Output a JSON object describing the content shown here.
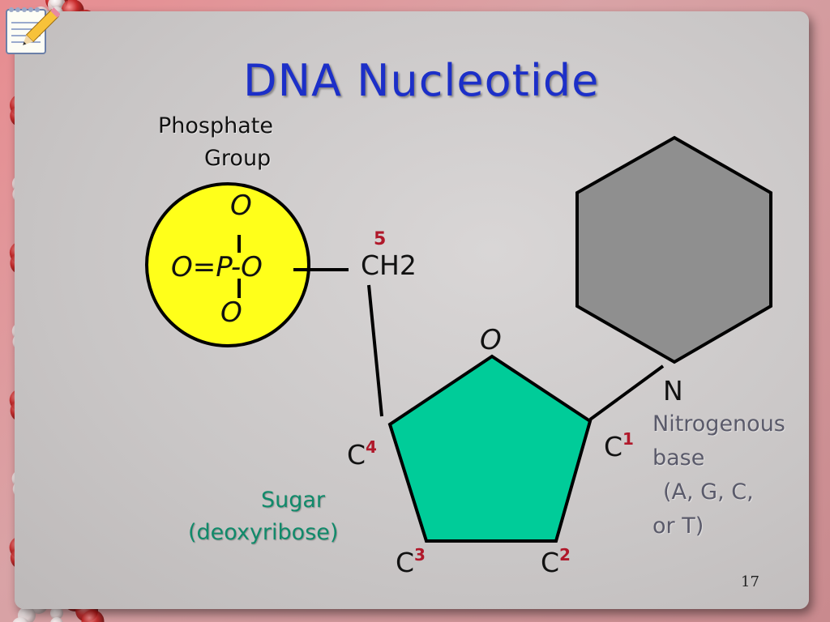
{
  "slide": {
    "title": "DNA Nucleotide",
    "page_number": "17"
  },
  "phosphate": {
    "label_line1": "Phosphate",
    "label_line2": "Group",
    "top_o": "O",
    "middle": "O=P-O",
    "bottom_o": "O",
    "fill": "#ffff1a"
  },
  "sugar": {
    "ch2": "CH2",
    "carbon5_num": "5",
    "ring_o": "O",
    "c4": "C",
    "c4_num": "4",
    "c1": "C",
    "c1_num": "1",
    "c3": "C",
    "c3_num": "3",
    "c2": "C",
    "c2_num": "2",
    "label_line1": "Sugar",
    "label_line2": "(deoxyribose)",
    "fill": "#00cc99"
  },
  "base": {
    "n": "N",
    "label_line1": "Nitrogenous",
    "label_line2": "base",
    "label_line3": "(A, G, C,",
    "label_line4": "or T)",
    "fill": "#8f8f8f"
  },
  "icons": {
    "notepad": "notepad-pencil-icon"
  }
}
